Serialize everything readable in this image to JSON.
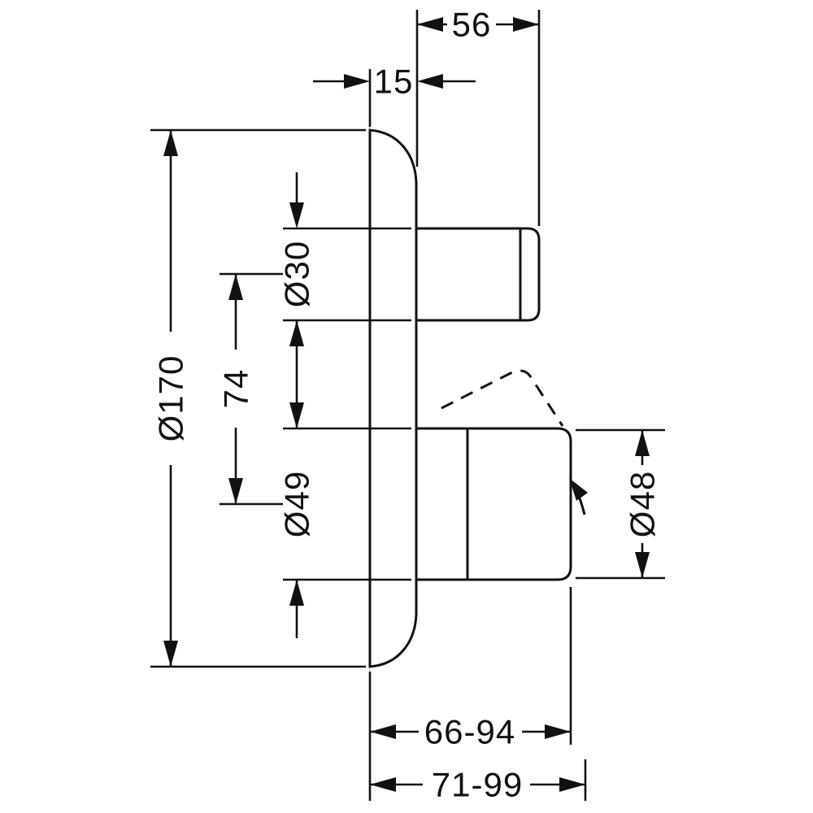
{
  "drawing": {
    "type": "technical-dimension-drawing",
    "subject": "concealed-mixer-trim-side-view",
    "colors": {
      "ink": "#111111",
      "background": "#ffffff"
    },
    "dims": {
      "knob_projection": "56",
      "plate_thickness": "15",
      "plate_diameter": "Ø170",
      "knob_diameter": "Ø30",
      "axis_distance": "74",
      "handle_base_diameter": "Ø49",
      "handle_diameter": "Ø48",
      "projection_range_1": "66-94",
      "projection_range_2": "71-99"
    }
  }
}
